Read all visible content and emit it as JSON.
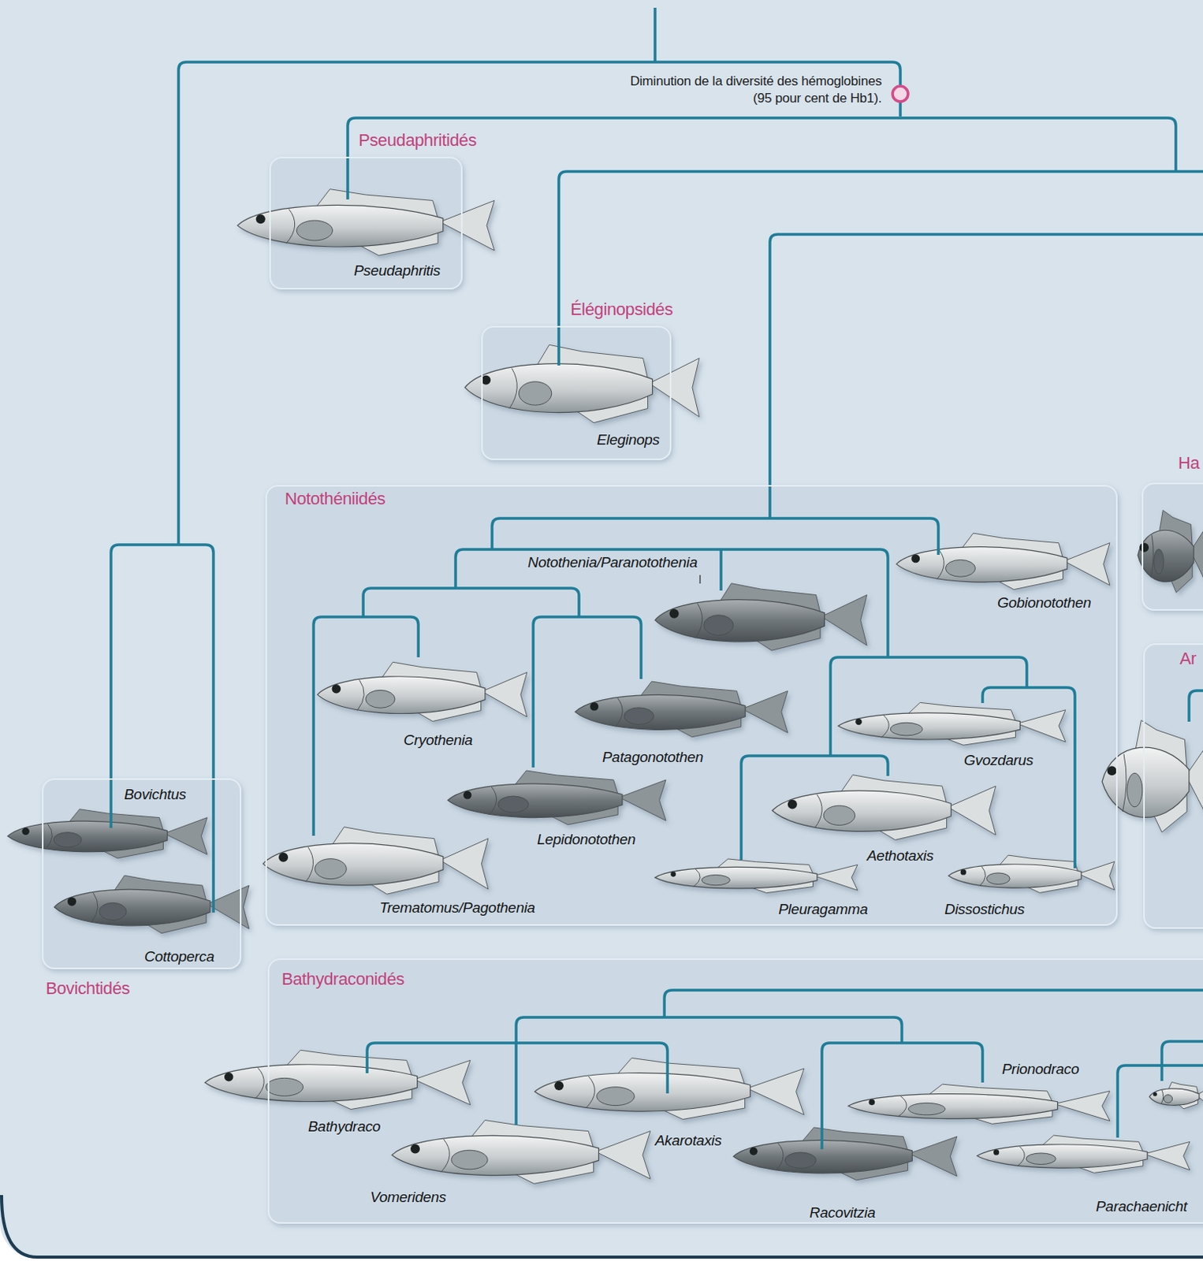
{
  "diagram": {
    "nodes": [
      {
        "text": [
          "Pseudaphritidés",
          "Pseudaphritis"
        ]
      },
      {
        "text": [
          "Éléginopsidés",
          "Eleginops"
        ]
      },
      {
        "text": [
          "Notothéniidés",
          "Notothenia/Paranotothenia",
          "Gobionotothen",
          "Cryothenia",
          "Patagonotothen",
          "Gvozdarus",
          "Lepidonotothen",
          "Aethotaxis",
          "Trematomus/Pagothenia",
          "Pleuragamma",
          "Dissostichus"
        ]
      },
      {
        "text": [
          "Ha"
        ]
      },
      {
        "text": [
          "Ar"
        ]
      },
      {
        "text": [
          "Bovichtidés",
          "Bovichtus",
          "Cottoperca"
        ]
      },
      {
        "text": [
          "Bathydraconidés",
          "Prionodraco",
          "Bathydraco",
          "Akarotaxis",
          "Vomeridens",
          "Parachaenicht",
          "Racovitzia"
        ]
      }
    ],
    "labels": [
      "Diminution de la diversité des hémoglobines (95 pour cent de Hb1)."
    ]
  }
}
